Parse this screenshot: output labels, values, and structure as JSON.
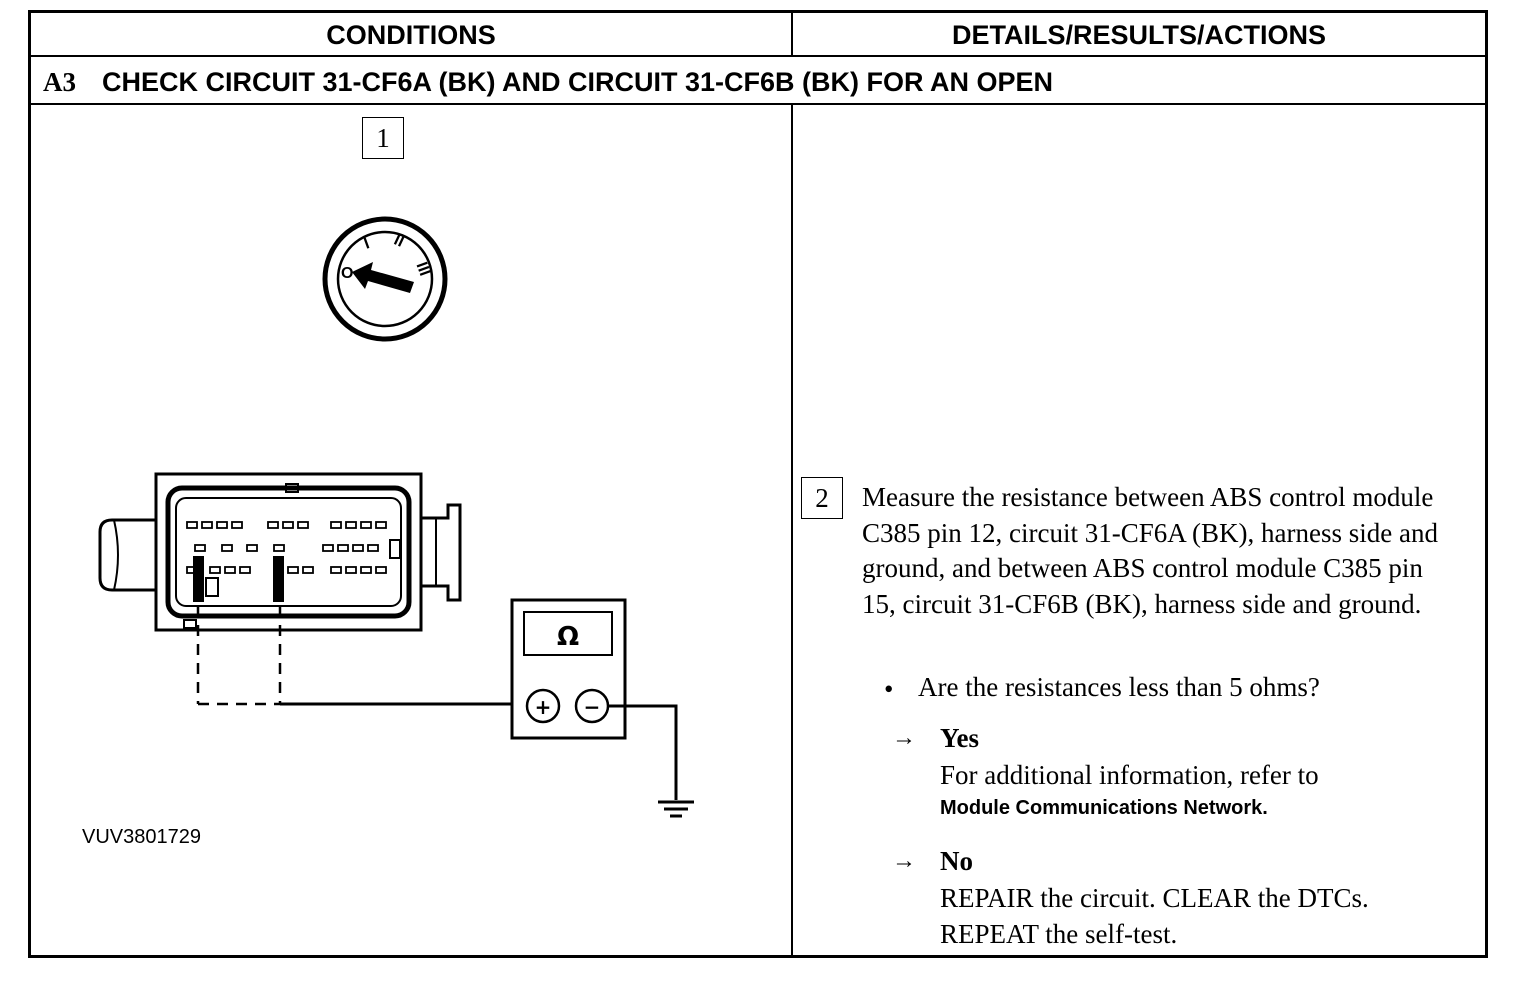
{
  "table": {
    "headers": {
      "conditions": "CONDITIONS",
      "details": "DETAILS/RESULTS/ACTIONS"
    },
    "step": {
      "number": "A3",
      "title": "CHECK CIRCUIT 31-CF6A (BK) AND CIRCUIT 31-CF6B (BK) FOR AN OPEN"
    }
  },
  "figure": {
    "callout_1": "1",
    "ignition_positions": [
      "O",
      "I",
      "II",
      "III"
    ],
    "meter_symbol": "Ω",
    "meter_plus": "+",
    "meter_minus": "−",
    "label": "VUV3801729"
  },
  "details": {
    "callout_2": "2",
    "instruction": "Measure the resistance between ABS control module C385 pin 12, circuit 31-CF6A (BK), harness side and ground, and between ABS control module C385 pin 15, circuit 31-CF6B (BK), harness side and ground.",
    "bullet": "•",
    "question": "Are the resistances less than 5 ohms?",
    "arrow": "→",
    "yes": {
      "label": "Yes",
      "text": "For additional information, refer to",
      "link": "Module Communications Network."
    },
    "no": {
      "label": "No",
      "text": "REPAIR the circuit. CLEAR the DTCs. REPEAT the self-test."
    }
  }
}
